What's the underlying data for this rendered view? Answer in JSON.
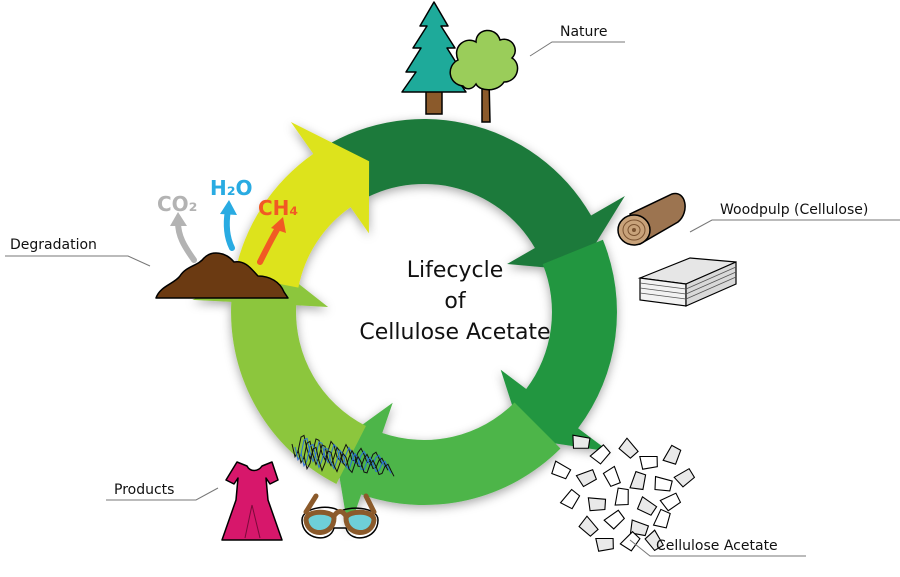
{
  "title": {
    "line1": "Lifecycle",
    "line2": "of",
    "line3": "Cellulose Acetate"
  },
  "stages": {
    "nature": "Nature",
    "woodpulp": "Woodpulp (Cellulose)",
    "cellulose_acetate": "Cellulose Acetate",
    "products": "Products",
    "degradation": "Degradation"
  },
  "gases": {
    "co2": "CO₂",
    "h2o": "H₂O",
    "ch4": "CH₄"
  },
  "colors": {
    "segment_nature_to_woodpulp": "#1f7a3a",
    "segment_woodpulp_to_acetate": "#22963f",
    "segment_acetate_to_products": "#4db54a",
    "segment_products_to_degradation": "#8cc63e",
    "segment_degradation_to_nature": "#dde31a",
    "co2": "#b3b3b3",
    "h2o": "#29abe2",
    "ch4": "#f15a24",
    "soil": "#6b3a12",
    "dress": "#d7176b",
    "glasses_frame": "#8b5a2b",
    "glasses_lens": "#6ecfd8",
    "pine_tree": "#1eaa9a",
    "round_tree": "#9acd5a"
  },
  "icons": [
    "pine-tree-icon",
    "round-tree-icon",
    "log-icon",
    "paper-stack-icon",
    "flakes-icon",
    "soil-pile-icon",
    "dress-icon",
    "glasses-icon",
    "fibers-icon"
  ]
}
